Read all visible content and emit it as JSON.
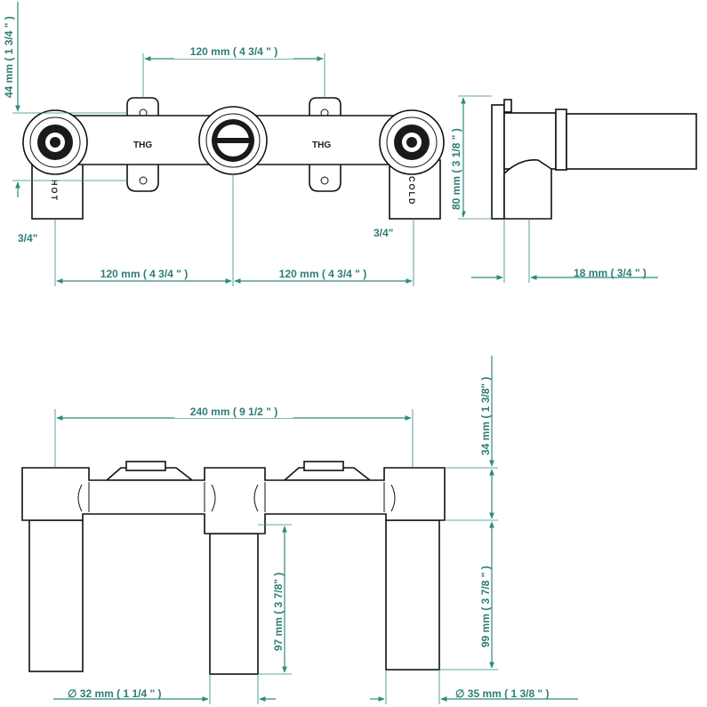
{
  "top_view": {
    "dim_top_spacing": "120 mm ( 4 3/4 \" )",
    "dim_left_height": "44 mm ( 1 3/4 \" )",
    "brand_left": "THG",
    "brand_right": "THG",
    "hot_label": "HOT",
    "cold_label": "COLD",
    "thread_left": "3/4\"",
    "thread_right": "3/4\"",
    "dim_bottom_left": "120 mm ( 4 3/4 \" )",
    "dim_bottom_right": "120 mm ( 4 3/4 \" )"
  },
  "side_view": {
    "dim_height": "80 mm ( 3 1/8 \" )",
    "dim_depth": "18 mm ( 3/4 \" )"
  },
  "front_view": {
    "dim_width": "240 mm ( 9 1/2 \" )",
    "dim_top": "34 mm ( 1 3/8\" )",
    "dim_right_leg": "99 mm ( 3 7/8 \" )",
    "dim_center_leg": "97 mm ( 3 7/8\" )",
    "dim_dia_center": "∅  32 mm ( 1 1/4 \" )",
    "dim_dia_right": "∅  35 mm ( 1 3/8 \" )"
  }
}
